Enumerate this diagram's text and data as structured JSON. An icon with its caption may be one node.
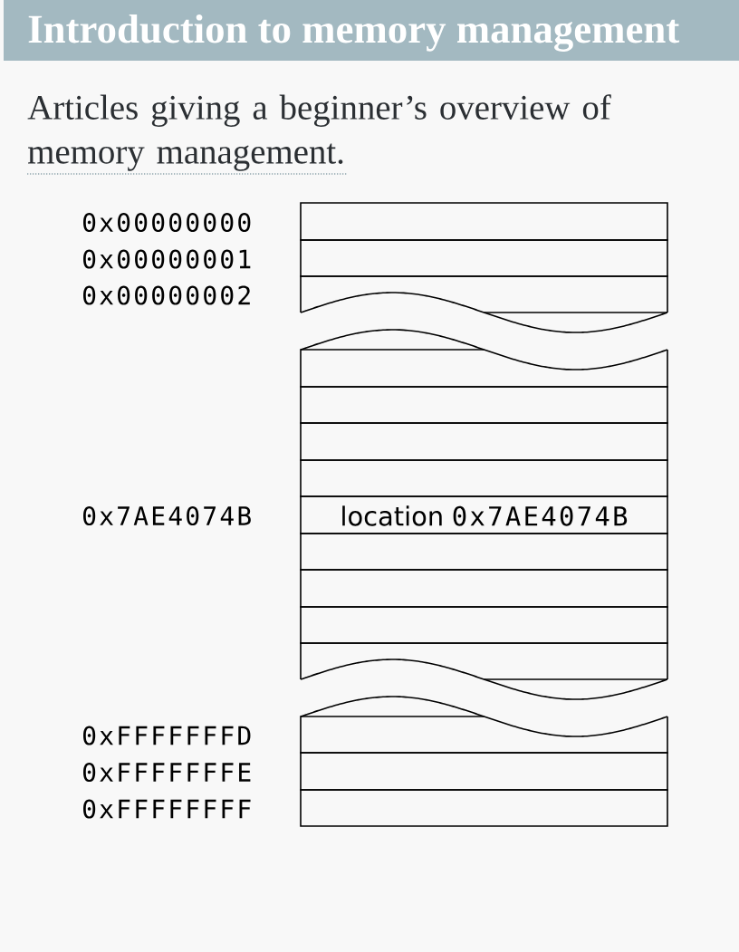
{
  "diagram": {
    "title": "Introduction to memory management",
    "nodes": [
      {
        "text": [],
        "shape": "box",
        "beside": [
          "0x00000000"
        ]
      },
      {
        "text": [],
        "shape": "box",
        "beside": [
          "0x00000001"
        ]
      },
      {
        "text": [],
        "shape": "box",
        "beside": [
          "0x00000002"
        ]
      },
      {
        "text": [],
        "shape": "box"
      },
      {
        "text": [],
        "shape": "box"
      },
      {
        "text": [],
        "shape": "box"
      },
      {
        "text": [],
        "shape": "box"
      },
      {
        "text": [
          "location",
          "0x7AE4074B"
        ],
        "beside": [
          "0x7AE4074B"
        ]
      },
      {
        "text": [],
        "shape": "box"
      },
      {
        "text": [],
        "shape": "box"
      },
      {
        "text": [],
        "shape": "box"
      },
      {
        "text": [],
        "shape": "box"
      },
      {
        "text": [],
        "shape": "box",
        "beside": [
          "0xFFFFFFFD"
        ]
      },
      {
        "text": [],
        "shape": "box",
        "beside": [
          "0xFFFFFFFE"
        ]
      },
      {
        "text": [],
        "shape": "box",
        "beside": [
          "0xFFFFFFFF"
        ]
      }
    ],
    "labels": [
      "Articles giving a beginner’s overview of memory management."
    ]
  }
}
